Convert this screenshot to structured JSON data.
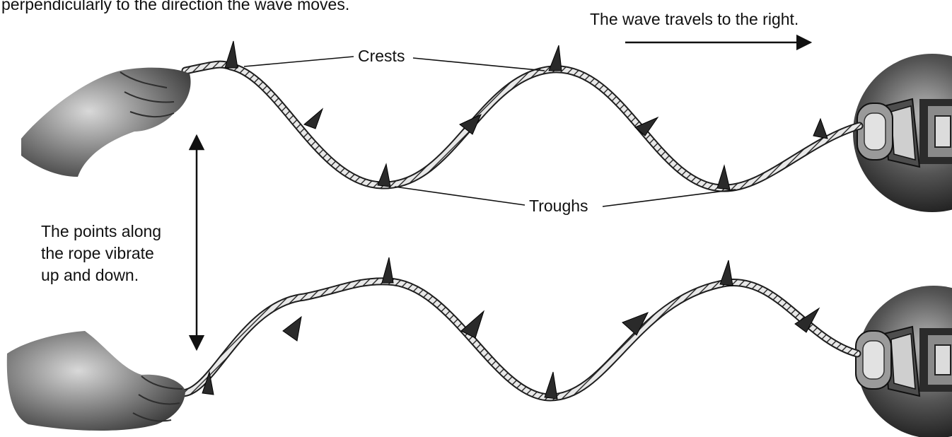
{
  "intro_text": "perpendicularly to the direction the wave moves.",
  "direction_label": "The wave travels to the right.",
  "crests_label": "Crests",
  "troughs_label": "Troughs",
  "vibration_label": [
    "The points along",
    "the rope vibrate",
    "up and down."
  ],
  "colors": {
    "ink": "#111111",
    "rope_stroke": "#222222",
    "rope_fill": "#e6e6e6",
    "shading": "#5a5a5a",
    "background": "#ffffff"
  },
  "icons": [
    "left-hand-icon",
    "motor-icon",
    "marker-icon",
    "arrow-icon"
  ]
}
